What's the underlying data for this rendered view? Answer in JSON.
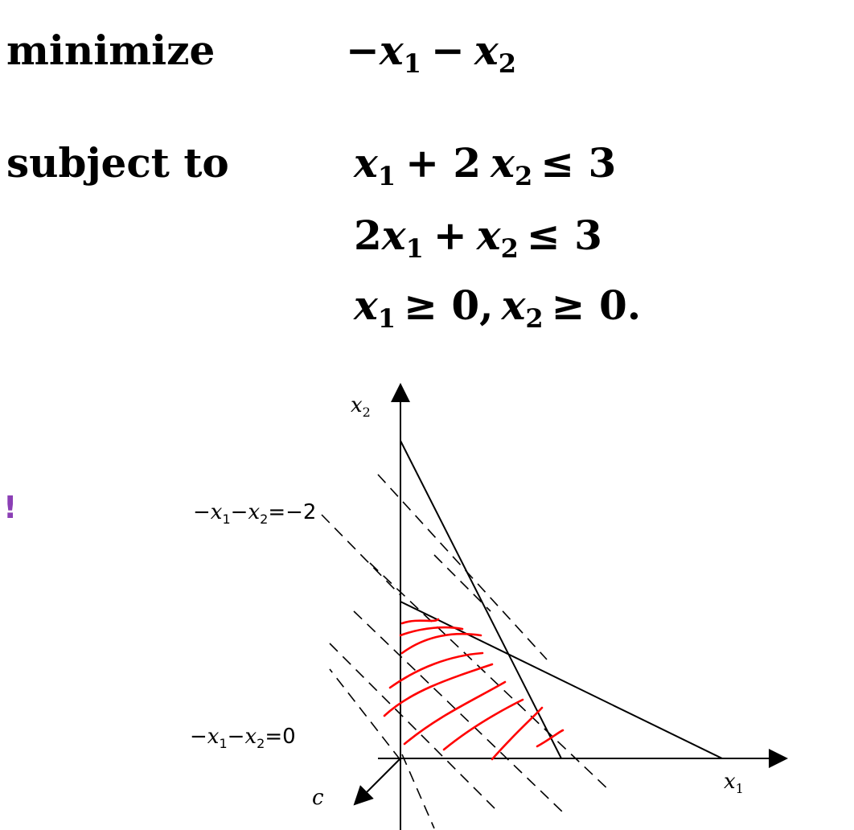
{
  "problem": {
    "objective_keyword": "minimize",
    "constraints_keyword": "subject to",
    "objective": [
      "−",
      "x",
      "1",
      "−",
      "x",
      "2"
    ],
    "constraint_1": [
      "x",
      "1",
      "+ 2",
      "x",
      "2",
      "≤ 3"
    ],
    "constraint_2": [
      "2",
      "x",
      "1",
      "+",
      "x",
      "2",
      "≤ 3"
    ],
    "constraint_3": [
      "x",
      "1",
      "≥ 0,",
      "x",
      "2",
      "≥ 0."
    ]
  },
  "side_mark": "!",
  "diagram": {
    "x_axis_label": [
      "x",
      "1"
    ],
    "y_axis_label": [
      "x",
      "2"
    ],
    "direction_label": "c",
    "level_line_top": [
      "−",
      "x",
      "1",
      "−",
      "x",
      "2",
      "=−2"
    ],
    "level_line_bottom": [
      "−",
      "x",
      "1",
      "−",
      "x",
      "2",
      "=0"
    ],
    "colors": {
      "lines": "#000000",
      "hatching": "#ff0000",
      "side_mark": "#8b3fb5"
    }
  }
}
